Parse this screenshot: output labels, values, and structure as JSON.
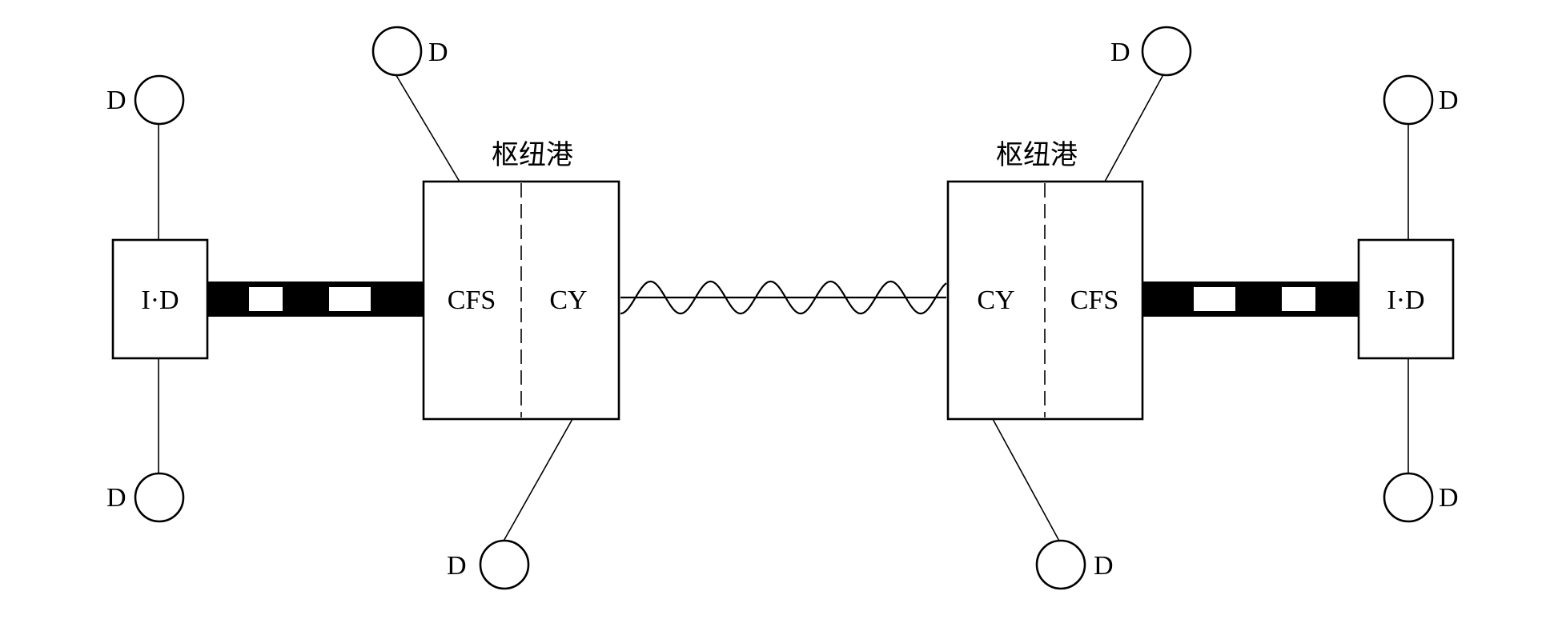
{
  "colors": {
    "stroke": "#000000",
    "fill": "#ffffff",
    "corridor": "#000000",
    "corridor_gap": "#ffffff"
  },
  "left_hub": {
    "title": "枢纽港",
    "left_section": "CFS",
    "right_section": "CY"
  },
  "right_hub": {
    "title": "枢纽港",
    "left_section": "CY",
    "right_section": "CFS"
  },
  "left_id": {
    "label": "I·D"
  },
  "right_id": {
    "label": "I·D"
  },
  "d_nodes": [
    {
      "label": "D"
    },
    {
      "label": "D"
    },
    {
      "label": "D"
    },
    {
      "label": "D"
    },
    {
      "label": "D"
    },
    {
      "label": "D"
    },
    {
      "label": "D"
    },
    {
      "label": "D"
    }
  ]
}
